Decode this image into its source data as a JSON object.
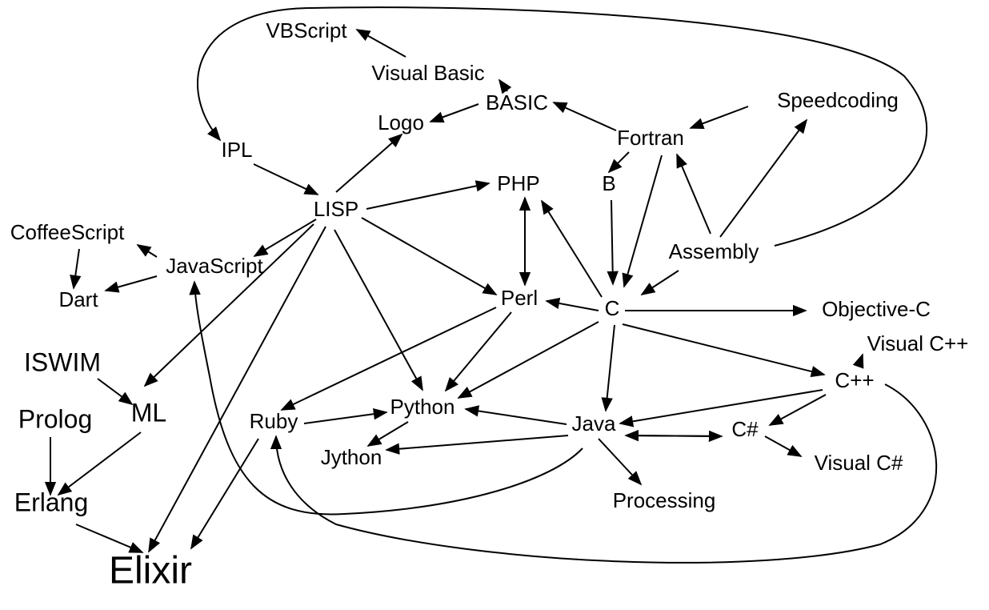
{
  "nodes": {
    "vbscript": "VBScript",
    "visual_basic": "Visual Basic",
    "basic": "BASIC",
    "logo": "Logo",
    "speedcoding": "Speedcoding",
    "fortran": "Fortran",
    "ipl": "IPL",
    "b": "B",
    "php": "PHP",
    "lisp": "LISP",
    "coffeescript": "CoffeeScript",
    "javascript": "JavaScript",
    "assembly": "Assembly",
    "dart": "Dart",
    "perl": "Perl",
    "c": "C",
    "objective_c": "Objective-C",
    "visual_cpp": "Visual C++",
    "iswim": "ISWIM",
    "cpp": "C++",
    "ml": "ML",
    "prolog": "Prolog",
    "python": "Python",
    "ruby": "Ruby",
    "java": "Java",
    "csharp": "C#",
    "jython": "Jython",
    "visual_csharp": "Visual C#",
    "erlang": "Erlang",
    "processing": "Processing",
    "elixir": "Elixir"
  },
  "edges": [
    [
      "visual_basic",
      "vbscript"
    ],
    [
      "basic",
      "visual_basic"
    ],
    [
      "basic",
      "logo"
    ],
    [
      "fortran",
      "basic"
    ],
    [
      "speedcoding",
      "fortran"
    ],
    [
      "fortran",
      "b"
    ],
    [
      "fortran",
      "c"
    ],
    [
      "assembly",
      "fortran"
    ],
    [
      "assembly",
      "speedcoding"
    ],
    [
      "assembly",
      "c"
    ],
    [
      "b",
      "c"
    ],
    [
      "ipl",
      "lisp"
    ],
    [
      "lisp",
      "logo"
    ],
    [
      "lisp",
      "php"
    ],
    [
      "lisp",
      "javascript"
    ],
    [
      "lisp",
      "ml"
    ],
    [
      "lisp",
      "elixir"
    ],
    [
      "lisp",
      "python"
    ],
    [
      "lisp",
      "perl"
    ],
    [
      "javascript",
      "coffeescript"
    ],
    [
      "javascript",
      "dart"
    ],
    [
      "coffeescript",
      "dart"
    ],
    [
      "php",
      "perl"
    ],
    [
      "perl",
      "php"
    ],
    [
      "c",
      "php"
    ],
    [
      "c",
      "perl"
    ],
    [
      "c",
      "objective_c"
    ],
    [
      "c",
      "cpp"
    ],
    [
      "c",
      "python"
    ],
    [
      "c",
      "java"
    ],
    [
      "perl",
      "ruby"
    ],
    [
      "perl",
      "python"
    ],
    [
      "cpp",
      "visual_cpp"
    ],
    [
      "cpp",
      "java"
    ],
    [
      "cpp",
      "csharp"
    ],
    [
      "csharp",
      "visual_csharp"
    ],
    [
      "java",
      "csharp"
    ],
    [
      "csharp",
      "java"
    ],
    [
      "java",
      "python"
    ],
    [
      "java",
      "jython"
    ],
    [
      "java",
      "processing"
    ],
    [
      "python",
      "jython"
    ],
    [
      "ruby",
      "python"
    ],
    [
      "ruby",
      "elixir"
    ],
    [
      "iswim",
      "ml"
    ],
    [
      "ml",
      "erlang"
    ],
    [
      "prolog",
      "erlang"
    ],
    [
      "erlang",
      "elixir"
    ],
    [
      "assembly",
      "ipl"
    ],
    [
      "cpp",
      "ruby"
    ],
    [
      "java",
      "javascript"
    ]
  ]
}
